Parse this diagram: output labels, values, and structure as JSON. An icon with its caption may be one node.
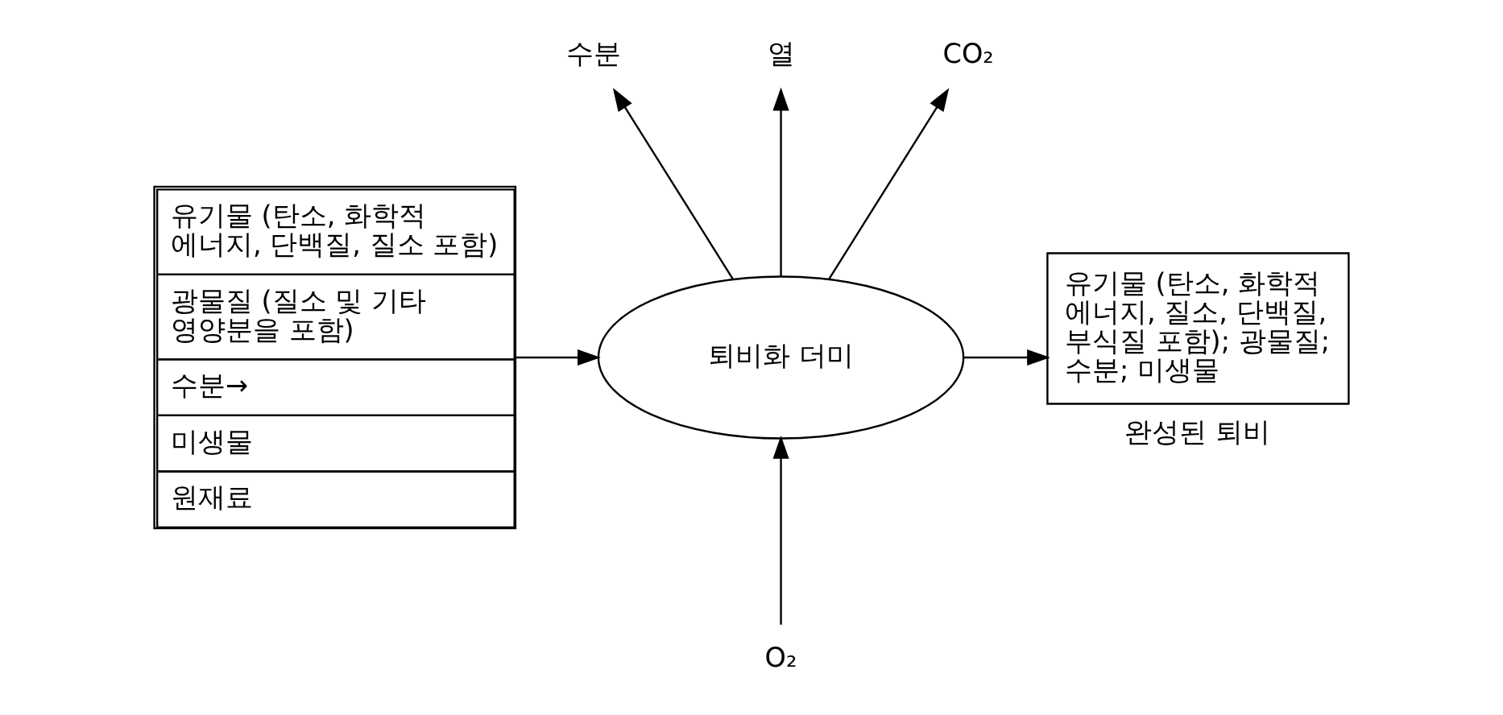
{
  "diagram": {
    "nodes": [
      {
        "text": [
          "유기물 (탄소, 화학적 에너지, 단백질, 질소 포함)",
          "광물질 (질소 및 기타 영양분을 포함)",
          "수분→",
          "미생물",
          "원재료"
        ]
      },
      {
        "text": [
          "퇴비화 더미"
        ]
      },
      {
        "text": [
          "유기물 (탄소, 화학적 에너지, 질소, 단백질, 부식질 포함); 광물질; 수분; 미생물"
        ],
        "beside": [
          "완성된 퇴비"
        ]
      },
      {
        "text": [
          "수분"
        ]
      },
      {
        "text": [
          "열"
        ]
      },
      {
        "text": [
          "CO₂"
        ]
      },
      {
        "text": [
          "O₂"
        ]
      }
    ],
    "edges": [
      {
        "from": 0,
        "to": 1,
        "arrow": "to"
      },
      {
        "from": 1,
        "to": 3,
        "arrow": "to"
      },
      {
        "from": 1,
        "to": 4,
        "arrow": "to"
      },
      {
        "from": 1,
        "to": 5,
        "arrow": "to"
      },
      {
        "from": 1,
        "to": 2,
        "arrow": "to"
      },
      {
        "from": 6,
        "to": 1,
        "arrow": "to"
      }
    ]
  }
}
